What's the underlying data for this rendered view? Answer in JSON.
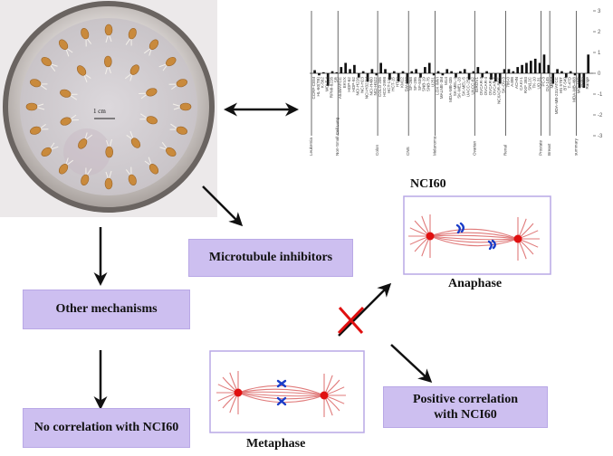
{
  "dish": {
    "scale_label": "1 cm"
  },
  "boxes": {
    "microtubule": "Microtubule inhibitors",
    "other": "Other mechanisms",
    "no_correlation": "No correlation with NCI60",
    "positive_line1": "Positive correlation",
    "positive_line2": "with NCI60"
  },
  "captions": {
    "nci60": "NCI60",
    "anaphase": "Anaphase",
    "metaphase": "Metaphase"
  },
  "colors": {
    "box_fill": "#cdbff0",
    "spindle_lines": "#e07a7a",
    "pole": "#e01010",
    "chromosome": "#1a3cc8",
    "cross": "#e01010"
  },
  "chart_data": {
    "type": "bar",
    "y_ticks": [
      "3",
      "2",
      "1",
      "0",
      "-1",
      "-2",
      "-3"
    ],
    "ylim": [
      -3,
      3
    ],
    "panels": [
      {
        "name": "Leukemia",
        "cells": [
          "CCRF-CEM",
          "HL-60(TB)",
          "K-562",
          "MOLT-4",
          "RPMI-8226",
          "SR"
        ],
        "values": [
          0.15,
          -0.1,
          0.05,
          -0.6,
          0.1,
          0.05
        ]
      },
      {
        "name": "Non-Small Cell Lung",
        "cells": [
          "A549/ATCC",
          "EKVX",
          "HOP-62",
          "HOP-92",
          "NCI-H226",
          "NCI-H23",
          "NCI-H322M",
          "NCI-H460",
          "NCI-H522"
        ],
        "values": [
          0.3,
          0.5,
          0.2,
          0.4,
          -0.2,
          0.1,
          -0.4,
          0.2,
          -0.1
        ]
      },
      {
        "name": "Colon",
        "cells": [
          "COLO 205",
          "HCC-2998",
          "HCT-116",
          "HCT-15",
          "HT29",
          "KM12",
          "SW-620"
        ],
        "values": [
          0.5,
          0.2,
          -0.3,
          0.1,
          -0.4,
          0.1,
          -0.5
        ]
      },
      {
        "name": "CNS",
        "cells": [
          "SF-268",
          "SF-295",
          "SF-539",
          "SNB-19",
          "SNB-75",
          "U251"
        ],
        "values": [
          0.1,
          0.2,
          -0.2,
          0.3,
          0.5,
          -0.1
        ]
      },
      {
        "name": "Melanoma",
        "cells": [
          "LOX IMVI",
          "MALME-3M",
          "M14",
          "MDA-MB-435",
          "SK-MEL-2",
          "SK-MEL-28",
          "SK-MEL-5",
          "UACC-257",
          "UACC-62"
        ],
        "values": [
          0.1,
          -0.1,
          0.2,
          0.1,
          -0.2,
          0.1,
          0.2,
          -0.3,
          0.1
        ]
      },
      {
        "name": "Ovarian",
        "cells": [
          "IGROV1",
          "OVCAR-3",
          "OVCAR-4",
          "OVCAR-5",
          "OVCAR-8",
          "NCI/ADR-RES",
          "SK-OV-3"
        ],
        "values": [
          0.3,
          -0.2,
          0.1,
          -0.3,
          -0.4,
          -0.5,
          0.2
        ]
      },
      {
        "name": "Renal",
        "cells": [
          "786-0",
          "A498",
          "ACHN",
          "CAKI-1",
          "RXF 393",
          "SN12C",
          "TK-10",
          "UO-31"
        ],
        "values": [
          0.2,
          0.1,
          0.3,
          0.4,
          0.5,
          0.6,
          0.7,
          0.5
        ]
      },
      {
        "name": "Prostate",
        "cells": [
          "PC-3",
          "DU-145"
        ],
        "values": [
          0.9,
          0.4
        ]
      },
      {
        "name": "Breast",
        "cells": [
          "MCF7",
          "MDA-MB-231/ATCC",
          "HS 578T",
          "BT-549",
          "T-47D",
          "MDA-MB-468"
        ],
        "values": [
          -0.5,
          0.2,
          0.1,
          -0.2,
          0.1,
          -0.1
        ]
      },
      {
        "name": "summary",
        "cells": [
          "MG_MID",
          "Delta",
          "Range"
        ],
        "values": [
          -0.7,
          -0.7,
          0.9
        ]
      }
    ]
  }
}
